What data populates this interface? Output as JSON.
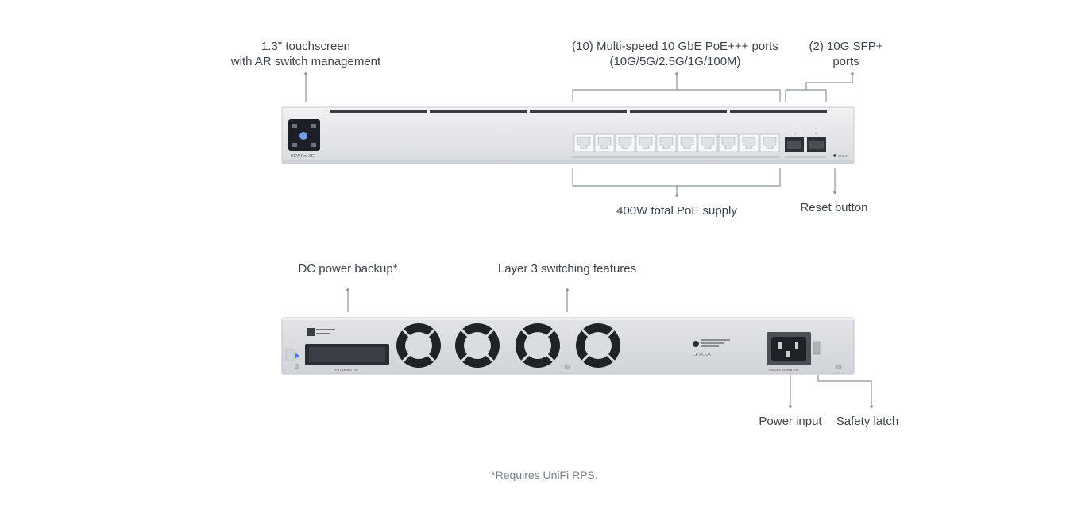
{
  "front_annotations": {
    "touchscreen": [
      "1.3\" touchscreen",
      "with AR switch management"
    ],
    "poe_ports": [
      "(10) Multi-speed 10 GbE PoE+++ ports",
      "(10G/5G/2.5G/1G/100M)"
    ],
    "sfp_ports": [
      "(2) 10G SFP+",
      "ports"
    ],
    "poe_supply": "400W total PoE supply",
    "reset": "Reset button"
  },
  "rear_annotations": {
    "dc_backup": "DC power backup*",
    "layer3": "Layer 3 switching features",
    "power_input": "Power input",
    "safety_latch": "Safety latch"
  },
  "device": {
    "model_label": "USW Pro XG",
    "reset_text": "RESET",
    "rps_connector_text": "RPS CONNECTOR",
    "rear_rating": "~100-240V 50/60Hz 6.5A",
    "cert_marks": "CE FC UK"
  },
  "footnote": "*Requires UniFi RPS."
}
